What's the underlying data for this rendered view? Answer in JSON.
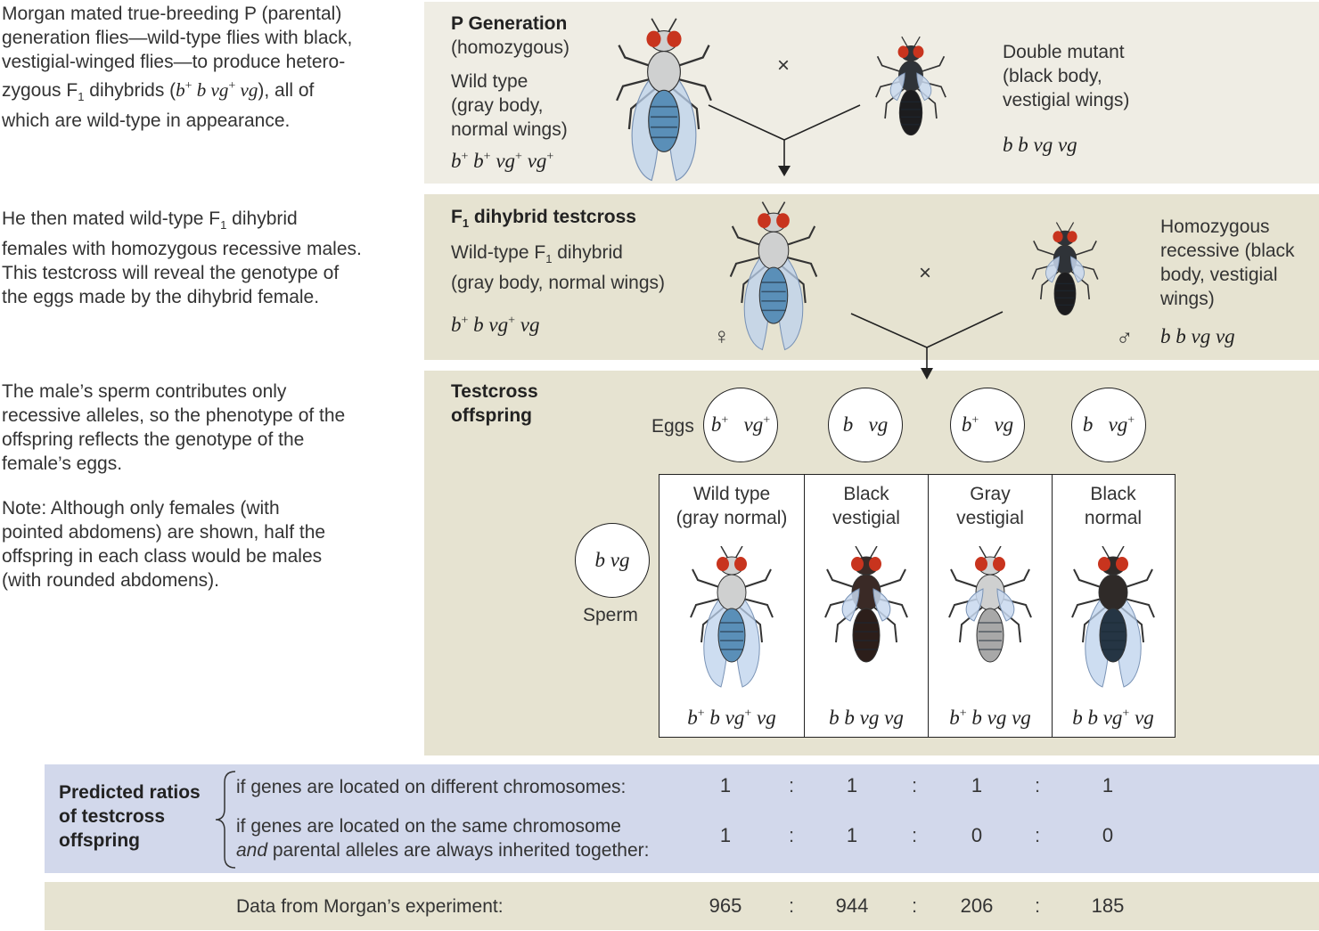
{
  "left": {
    "para1": "Morgan mated true-breeding P (parental) generation flies—wild-type flies with black, vestigial-winged flies—to produce heterozygous F1 dihybrids (b+ b vg+ vg), all of which are wild-type in appearance.",
    "para1_lines": [
      "Morgan mated true-breeding P (parental)",
      "generation flies—wild-type flies with black,",
      "vestigial-winged flies—to produce hetero-",
      "zygous F",
      "1",
      " dihybrids (",
      "b",
      "+",
      " b   vg",
      "+",
      " vg",
      "), all of",
      "which are wild-type in appearance."
    ],
    "para2_lines": [
      "He then mated wild-type F",
      "1",
      " dihybrid",
      "females with homozygous recessive males.",
      "This testcross will reveal the genotype of",
      "the eggs made by the dihybrid female."
    ],
    "para3_lines": [
      "The male’s sperm contributes only",
      "recessive alleles, so the phenotype of the",
      "offspring reflects the genotype of the",
      "female’s eggs."
    ],
    "para4_lines": [
      "Note: Although only females (with",
      "pointed abdomens) are shown, half the",
      "offspring in each class would be males",
      "(with rounded abdomens)."
    ]
  },
  "p_generation": {
    "title": "P Generation",
    "subtitle": "(homozygous)",
    "wild_label": [
      "Wild type",
      "(gray body,",
      "normal wings)"
    ],
    "wild_genotype": [
      "b",
      "+",
      " b",
      "+",
      " vg",
      "+",
      " vg",
      "+"
    ],
    "cross": "×",
    "mutant_label": [
      "Double mutant",
      "(black body,",
      "vestigial wings)"
    ],
    "mutant_genotype": "b b   vg vg"
  },
  "f1": {
    "title": [
      "F",
      "1",
      " dihybrid testcross"
    ],
    "female_label": [
      "Wild-type F",
      "1",
      " dihybrid",
      "(gray body, normal wings)"
    ],
    "female_genotype": [
      "b",
      "+",
      " b   vg",
      "+",
      " vg"
    ],
    "female_symbol": "♀",
    "cross": "×",
    "male_label": [
      "Homozygous",
      "recessive (black",
      "body, vestigial",
      "wings)"
    ],
    "male_symbol": "♂",
    "male_genotype": "b b   vg vg"
  },
  "testcross": {
    "title": [
      "Testcross",
      "offspring"
    ],
    "eggs_label": "Eggs",
    "eggs": [
      {
        "a": "b",
        "as": "+",
        "b": "vg",
        "bs": "+"
      },
      {
        "a": "b",
        "as": "",
        "b": "vg",
        "bs": ""
      },
      {
        "a": "b",
        "as": "+",
        "b": "vg",
        "bs": ""
      },
      {
        "a": "b",
        "as": "",
        "b": "vg",
        "bs": "+"
      }
    ],
    "sperm": "b vg",
    "sperm_label": "Sperm",
    "offspring": [
      {
        "phenotype": [
          "Wild type",
          "(gray normal)"
        ],
        "genotype": [
          "b",
          "+",
          " b   vg",
          "+",
          " vg"
        ],
        "body": "#cfd0d0",
        "abd": "#5a8fb8",
        "wings": "normal"
      },
      {
        "phenotype": [
          "Black",
          "vestigial"
        ],
        "genotype": [
          "b b   vg vg",
          "",
          "",
          "",
          ""
        ],
        "body": "#3a2a26",
        "abd": "#2c1e1a",
        "wings": "vestigial"
      },
      {
        "phenotype": [
          "Gray",
          "vestigial"
        ],
        "genotype": [
          "b",
          "+",
          " b   vg vg",
          "",
          ""
        ],
        "body": "#cfd0d0",
        "abd": "#a8a8a8",
        "wings": "vestigial"
      },
      {
        "phenotype": [
          "Black",
          "normal"
        ],
        "genotype": [
          "b b   vg",
          "+",
          " vg",
          "",
          ""
        ],
        "body": "#2f2a28",
        "abd": "#253544",
        "wings": "normal"
      }
    ]
  },
  "ratios": {
    "heading": [
      "Predicted ratios",
      "of testcross",
      "offspring"
    ],
    "row1_label": "if genes are located on different chromosomes:",
    "row1": [
      "1",
      "1",
      "1",
      "1"
    ],
    "row2_label_line1": "if genes are located on the same chromosome",
    "row2_label_line2_italic": "and",
    "row2_label_line2_rest": " parental alleles are always inherited together:",
    "row2": [
      "1",
      "1",
      "0",
      "0"
    ],
    "separator": ":"
  },
  "data": {
    "label": "Data from Morgan’s experiment:",
    "values": [
      "965",
      "944",
      "206",
      "185"
    ],
    "separator": ":"
  },
  "colors": {
    "panel_p": "#efede4",
    "panel_f": "#e6e3d1",
    "ratio_band": "#d2d8eb",
    "eye_red": "#c8341e"
  }
}
